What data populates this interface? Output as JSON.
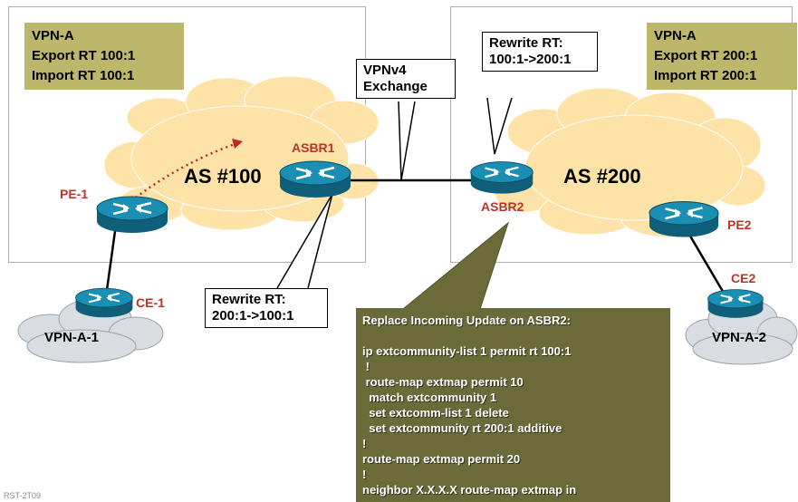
{
  "left_domain": {
    "vpn_name": "VPN-A",
    "export_rt": "Export RT 100:1",
    "import_rt": "Import RT 100:1",
    "as_label": "AS #100",
    "pe_router": "PE-1",
    "asbr_router": "ASBR1",
    "ce_router": "CE-1",
    "site": "VPN-A-1",
    "callout": {
      "line1": "Rewrite RT:",
      "line2": "200:1->100:1"
    }
  },
  "right_domain": {
    "vpn_name": "VPN-A",
    "export_rt": "Export RT 200:1",
    "import_rt": "Import RT 200:1",
    "as_label": "AS #200",
    "pe_router": "PE2",
    "asbr_router": "ASBR2",
    "ce_router": "CE2",
    "site": "VPN-A-2",
    "callout": {
      "line1": "Rewrite RT:",
      "line2": "100:1->200:1"
    }
  },
  "exchange_callout": {
    "line1": "VPNv4",
    "line2": "Exchange"
  },
  "config_note": {
    "lines": [
      "Replace Incoming Update on ASBR2:",
      "",
      "ip extcommunity-list 1 permit rt 100:1",
      " !",
      " route-map extmap permit 10",
      "  match extcommunity 1",
      "  set extcomm-list 1 delete",
      "  set extcommunity rt 200:1 additive",
      "!",
      "route-map extmap permit 20",
      "!",
      "neighbor X.X.X.X route-map extmap in"
    ]
  },
  "footer": "RST-2T09",
  "colors": {
    "router_teal": "#1a7fa0",
    "router_label": "#b8352a",
    "as_cloud": "#fde3a7",
    "site_cloud": "#d9dde2",
    "vpn_box": "#bdb76b",
    "config_box": "#6b6b3a",
    "arrow": "#c0262d"
  }
}
